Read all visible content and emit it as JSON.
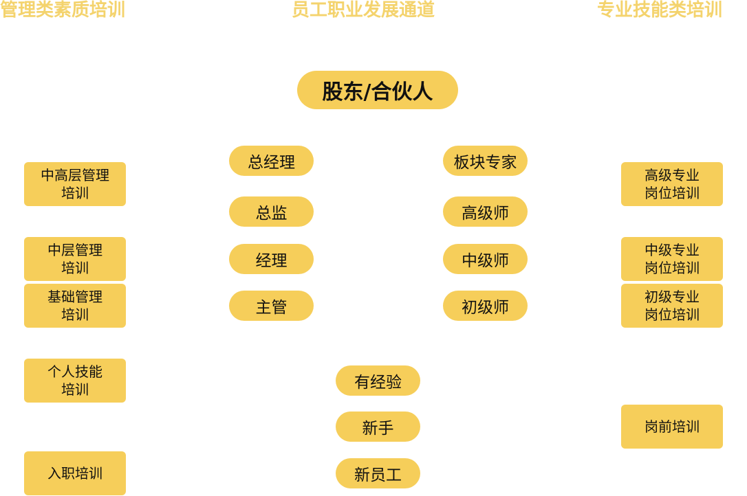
{
  "headers": {
    "left": "管理类素质培训",
    "center": "员工职业发展通道",
    "right": "专业技能类培训"
  },
  "top_node": "股东/合伙人",
  "management_track": [
    "总经理",
    "总监",
    "经理",
    "主管"
  ],
  "professional_track": [
    "板块专家",
    "高级师",
    "中级师",
    "初级师"
  ],
  "entry_track": [
    "有经验",
    "新手",
    "新员工"
  ],
  "management_training": [
    "中高层管理\n培训",
    "中层管理\n培训",
    "基础管理\n培训",
    "个人技能\n培训",
    "入职培训"
  ],
  "professional_training": [
    "高级专业\n岗位培训",
    "中级专业\n岗位培训",
    "初级专业\n岗位培训",
    "岗前培训"
  ],
  "colors": {
    "node_fill": "#F6CE5A",
    "header_text": "#F4D36D",
    "node_text": "#111111"
  }
}
